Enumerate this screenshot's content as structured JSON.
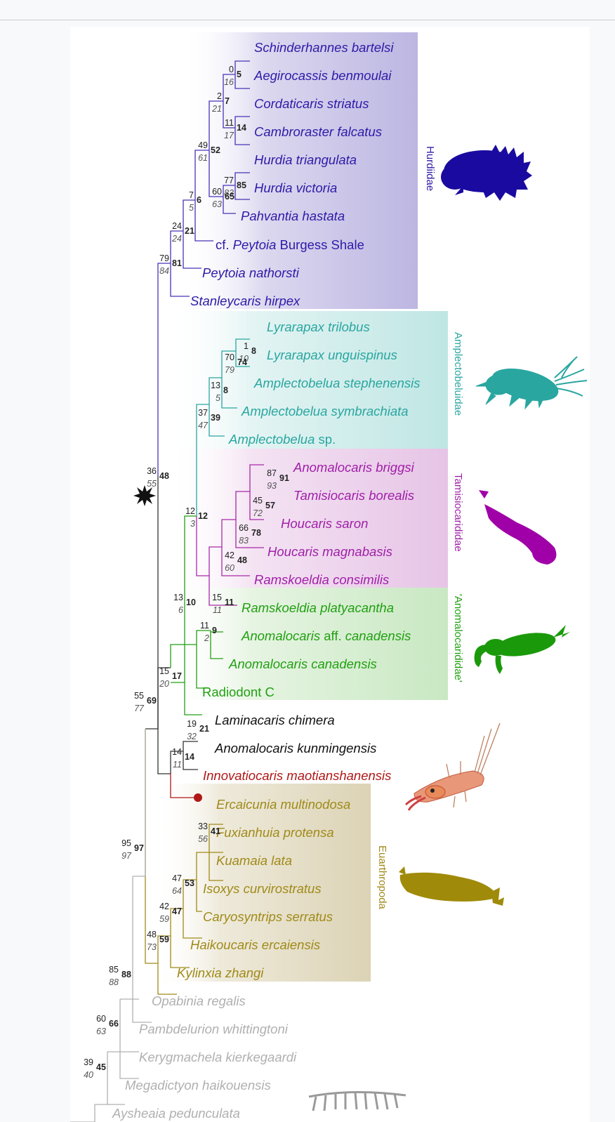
{
  "colors": {
    "hurdiidae": "#2e1aa8",
    "amplectobeluidae": "#2aa6a0",
    "tamisiocarididae": "#a020a8",
    "anomalocarididae": "#22a012",
    "euarthropoda": "#a08a18",
    "innovatiocaris": "#b01818",
    "stem": "#333333",
    "outgroup": "#b0b0b0"
  },
  "clades": {
    "hurdiidae": "Hurdiidae",
    "amplectobeluidae": "Amplectobeluidae",
    "tamisiocarididae": "Tamisiocarididae",
    "anomalocarididae": "'Anomalocarididae'",
    "euarthropoda": "Euarthropoda"
  },
  "taxa": {
    "schinderhannes": "Schinderhannes bartelsi",
    "aegirocassis": "Aegirocassis benmoulai",
    "cordaticaris": "Cordaticaris striatus",
    "cambroraster": "Cambroraster falcatus",
    "hurdia_tri": "Hurdia triangulata",
    "hurdia_vic": "Hurdia victoria",
    "pahvantia": "Pahvantia hastata",
    "cf_prefix": "cf. ",
    "cf_genus": "Peytoia",
    "cf_suffix": " Burgess Shale",
    "peytoia": "Peytoia nathorsti",
    "stanleycaris": "Stanleycaris hirpex",
    "lyr_tri": "Lyrarapax trilobus",
    "lyr_ung": "Lyrarapax unguispinus",
    "amp_ste": "Amplectobelua stephenensis",
    "amp_sym": "Amplectobelua symbrachiata",
    "amp_sp_genus": "Amplectobelua",
    "amp_sp_suffix": " sp.",
    "ano_bri": "Anomalocaris briggsi",
    "tam_bor": "Tamisiocaris borealis",
    "hou_sar": "Houcaris saron",
    "hou_mag": "Houcaris magnabasis",
    "ram_con": "Ramskoeldia consimilis",
    "ram_pla": "Ramskoeldia platyacantha",
    "ano_aff_genus": "Anomalocaris",
    "ano_aff_suffix": " aff. ",
    "ano_aff_species": "canadensis",
    "ano_can": "Anomalocaris canadensis",
    "radiodont_c": "Radiodont C",
    "laminacaris": "Laminacaris chimera",
    "ano_kun": "Anomalocaris kunmingensis",
    "innovatiocaris": "Innovatiocaris maotianshanensis",
    "ercaicunia": "Ercaicunia multinodosa",
    "fuxianhuia": "Fuxianhuia protensa",
    "kuamaia": "Kuamaia lata",
    "isoxys": "Isoxys curvirostratus",
    "caryosyntrips": "Caryosyntrips serratus",
    "haikoucaris": "Haikoucaris ercaiensis",
    "kylinxia": "Kylinxia zhangi",
    "opabinia": "Opabinia regalis",
    "pambdelurion": "Pambdelurion whittingtoni",
    "kerygmachela": "Kerygmachela kierkegaardi",
    "megadictyon": "Megadictyon haikouensis",
    "aysheaia": "Aysheaia pedunculata"
  },
  "support": {
    "n_sch_aeg": [
      "0",
      "5",
      "16"
    ],
    "n_cor_cam": [
      "11",
      "14",
      "17"
    ],
    "n_hurdia": [
      "77",
      "85",
      "83"
    ],
    "n_hur_pah": [
      "60",
      "65",
      "63"
    ],
    "n_sch_cor": [
      "2",
      "7",
      "21"
    ],
    "n_sch_pah": [
      "49",
      "52",
      "61"
    ],
    "n_sch_cf": [
      "7",
      "6",
      "5"
    ],
    "n_sch_pey": [
      "24",
      "21",
      "24"
    ],
    "n_hurd_all": [
      "79",
      "81",
      "84"
    ],
    "n_radio": [
      "36",
      "48",
      "55"
    ],
    "n_lyr": [
      "1",
      "8",
      "10"
    ],
    "n_lyr_ste": [
      "70",
      "74",
      "79"
    ],
    "n_lyr_sym": [
      "13",
      "8",
      "5"
    ],
    "n_ampl": [
      "37",
      "39",
      "47"
    ],
    "n_bri_bor": [
      "87",
      "91",
      "93"
    ],
    "n_bri_sar": [
      "45",
      "57",
      "72"
    ],
    "n_bri_mag": [
      "66",
      "78",
      "83"
    ],
    "n_tami": [
      "42",
      "48",
      "60"
    ],
    "n_amp_tam": [
      "12",
      "12",
      "3"
    ],
    "n_pla_aff": [
      "15",
      "11",
      "11"
    ],
    "n_anom": [
      "11",
      "9",
      "2"
    ],
    "n_clade10": [
      "13",
      "10",
      "6"
    ],
    "n_clade17": [
      "15",
      "17",
      "20"
    ],
    "n_lam_kun": [
      "19",
      "21",
      "32"
    ],
    "n_lam_inn": [
      "14",
      "14",
      "11"
    ],
    "n_radi_inn": [
      "55",
      "69",
      "77"
    ],
    "n_erc_fux": [
      "33",
      "41",
      "56"
    ],
    "n_erc_iso": [
      "47",
      "53",
      "64"
    ],
    "n_erc_car": [
      "42",
      "47",
      "59"
    ],
    "n_euar": [
      "48",
      "59",
      "73"
    ],
    "n_rad_euar": [
      "95",
      "97",
      "97"
    ],
    "n_opab": [
      "85",
      "88",
      "88"
    ],
    "n_pamb": [
      "60",
      "66",
      "63"
    ],
    "n_kery": [
      "39",
      "45",
      "40"
    ]
  },
  "icons": {
    "hurdiidae": "hurdiid-silhouette",
    "amplectobeluidae": "amplectobeluid-silhouette",
    "tamisiocarididae": "tamisiocaridid-silhouette",
    "anomalocarididae": "anomalocaridid-silhouette",
    "innovatiocaris": "innovatiocaris-reconstruction",
    "euarthropoda": "euarthropod-silhouette",
    "lobopodian": "lobopodian-silhouette"
  }
}
